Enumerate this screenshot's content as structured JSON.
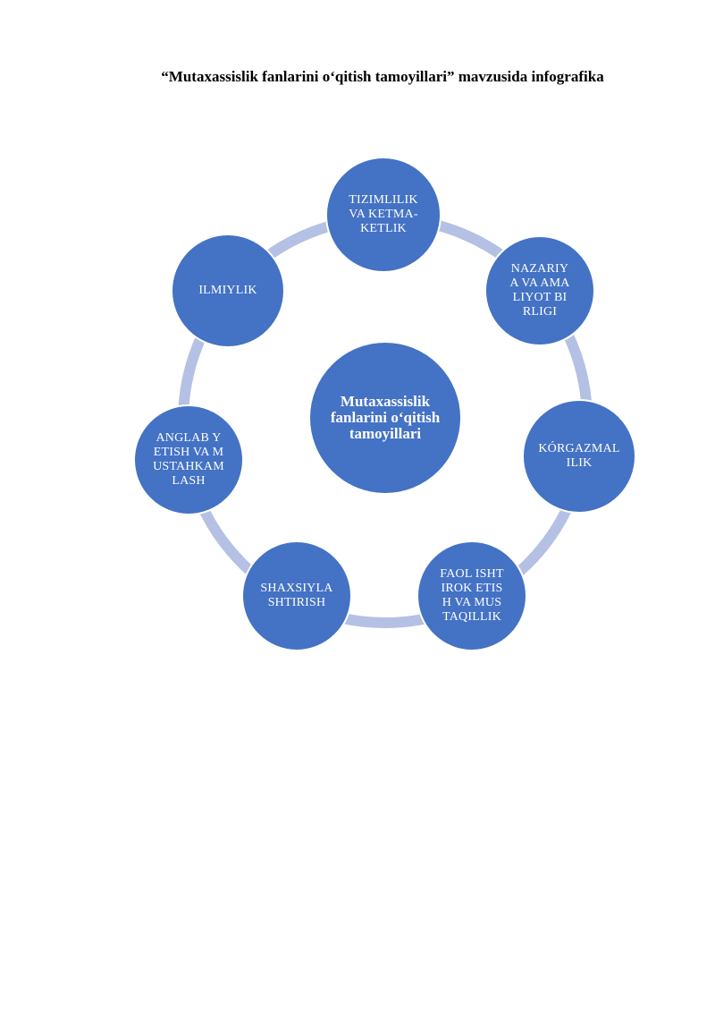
{
  "title": "“Mutaxassislik fanlarini o‘qitish tamoyillari” mavzusida infografika",
  "diagram": {
    "center": {
      "label": "Mutaxassislik fanlarini o‘qitish tamoyillari"
    },
    "nodes": [
      {
        "id": "tizimlilik",
        "label": "TIZIMLILIK VA KETMA-KETLIK"
      },
      {
        "id": "nazariya",
        "label": "NAZARIYA VA AMALIYOT BIRLIGI"
      },
      {
        "id": "korgazmalilik",
        "label": "KÓRGAZMALILIK"
      },
      {
        "id": "faol",
        "label": "FAOL ISHTIROK ETISH VA MUSTAQILLIK"
      },
      {
        "id": "shaxsiylashtirish",
        "label": "SHAXSIYLASHTIRISH"
      },
      {
        "id": "anglab",
        "label": "ANGLAB YETISH VA MUSTAHKAMLASH"
      },
      {
        "id": "ilmiylik",
        "label": "ILMIYLIK"
      }
    ],
    "colors": {
      "node_fill": "#4472C4",
      "node_stroke": "#ffffff",
      "ring": "#B4C1E4",
      "text": "#ffffff"
    }
  }
}
